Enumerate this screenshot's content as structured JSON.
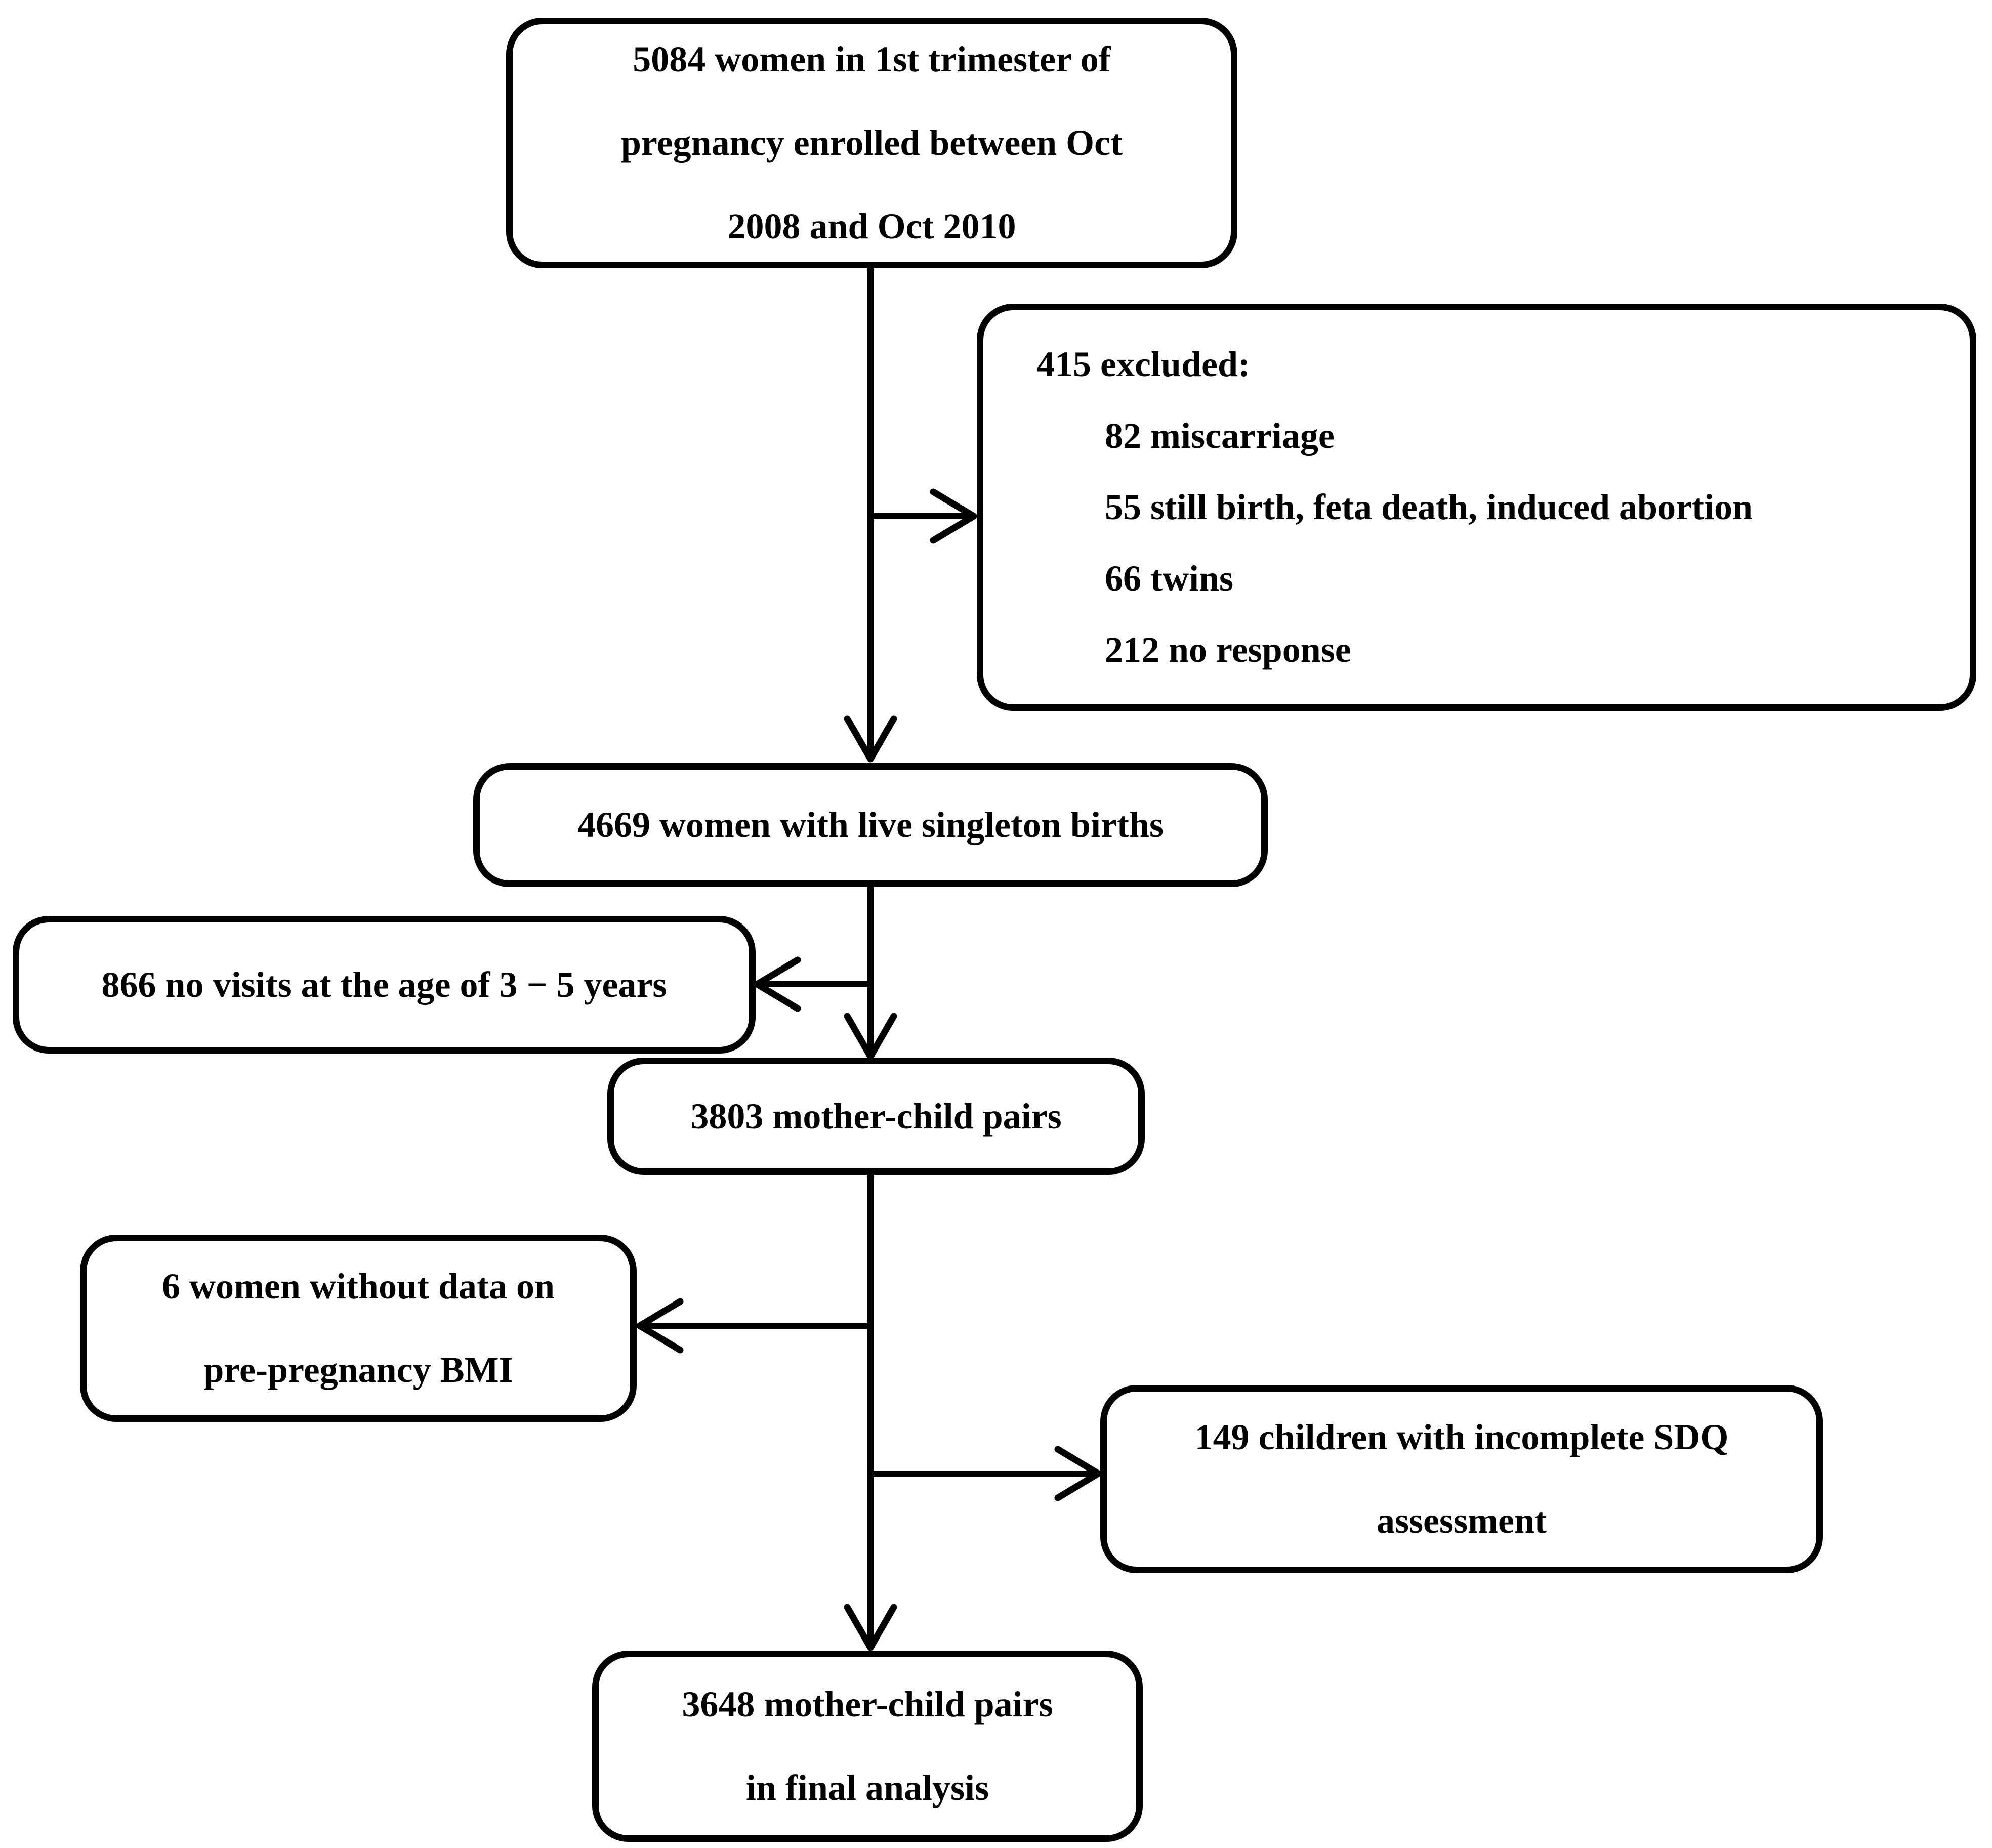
{
  "figure": {
    "type": "flowchart",
    "colors": {
      "border": "#000000",
      "background": "#ffffff",
      "text": "#000000"
    },
    "boxes": {
      "enrolled": {
        "lines": [
          "5084 women in 1st trimester of",
          "pregnancy enrolled between Oct",
          "2008 and Oct 2010"
        ]
      },
      "excluded": {
        "title": "415 excluded:",
        "items": [
          "82 miscarriage",
          "55 still birth, feta death, induced abortion",
          "66 twins",
          "212 no response"
        ]
      },
      "singleton": {
        "text": "4669 women with live singleton births"
      },
      "no_visits": {
        "text": "866 no visits at the age of 3 − 5 years"
      },
      "pairs": {
        "text": "3803 mother-child pairs"
      },
      "no_bmi": {
        "lines": [
          "6 women without data on",
          "pre-pregnancy BMI"
        ]
      },
      "incomplete_sdq": {
        "lines": [
          "149 children with incomplete SDQ",
          "assessment"
        ]
      },
      "final": {
        "lines": [
          "3648 mother-child pairs",
          "in final analysis"
        ]
      }
    },
    "flow": [
      {
        "from": "enrolled",
        "to": "singleton"
      },
      {
        "from": "enrolled",
        "to": "excluded"
      },
      {
        "from": "singleton",
        "to": "pairs"
      },
      {
        "from": "singleton",
        "to": "no_visits"
      },
      {
        "from": "pairs",
        "to": "final"
      },
      {
        "from": "pairs",
        "to": "no_bmi"
      },
      {
        "from": "pairs",
        "to": "incomplete_sdq"
      }
    ]
  }
}
